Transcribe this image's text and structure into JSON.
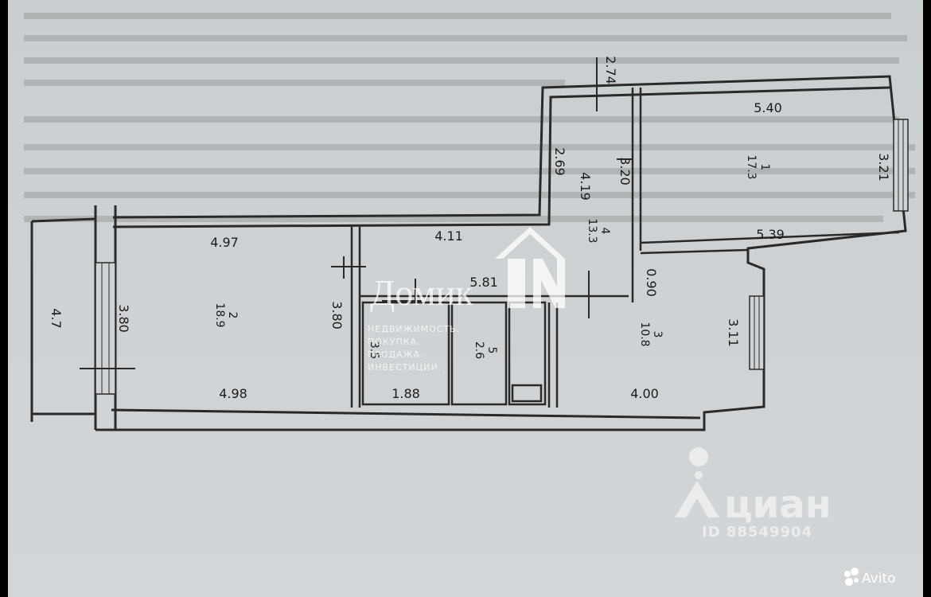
{
  "dimensions": {
    "d274": "2.74",
    "d540": "5.40",
    "d539": "5.39",
    "d321": "3.21",
    "d320": "3.20",
    "d269": "2.69",
    "d419": "4.19",
    "d497": "4.97",
    "d411": "4.11",
    "d090": "0.90",
    "d581": "5.81",
    "d380a": "3.80",
    "d380b": "3.80",
    "d47": "4.7",
    "d311": "3.11",
    "d498": "4.98",
    "d188": "1.88",
    "d400": "4.00"
  },
  "rooms": {
    "r1": {
      "num": "1",
      "area": "17.3"
    },
    "r2": {
      "num": "2",
      "area": "18.9"
    },
    "r3": {
      "num": "3",
      "area": "10.8"
    },
    "r4": {
      "num": "4",
      "area": "13.3"
    },
    "r5": {
      "num": "5",
      "area": "2.6"
    },
    "r6": {
      "area": "3.5"
    }
  },
  "watermark_domik": {
    "brand": "Домик",
    "line1": "НЕДВИЖИМОСТЬ.",
    "line2": "ПОКУПКА.",
    "line3": "ПРОДАЖА.",
    "line4": "ИНВЕСТИЦИИ."
  },
  "watermark_cian": {
    "brand": "циан",
    "id": "ID 88549904"
  },
  "avito": {
    "label": "Avito"
  }
}
